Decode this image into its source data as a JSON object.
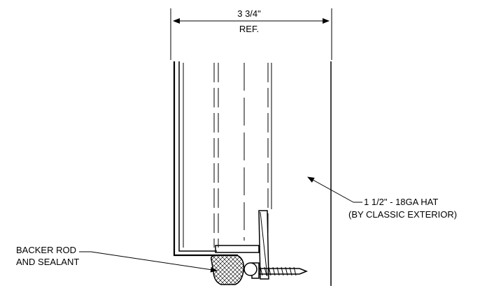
{
  "dimension": {
    "value": "3 3/4\"",
    "qualifier": "REF."
  },
  "callouts": {
    "hat": {
      "line1": "1 1/2\" - 18GA HAT",
      "line2": "(BY CLASSIC EXTERIOR)"
    },
    "backer": {
      "line1": "BACKER ROD",
      "line2": "AND SEALANT"
    }
  },
  "colors": {
    "line": "#000000",
    "background": "#ffffff"
  }
}
